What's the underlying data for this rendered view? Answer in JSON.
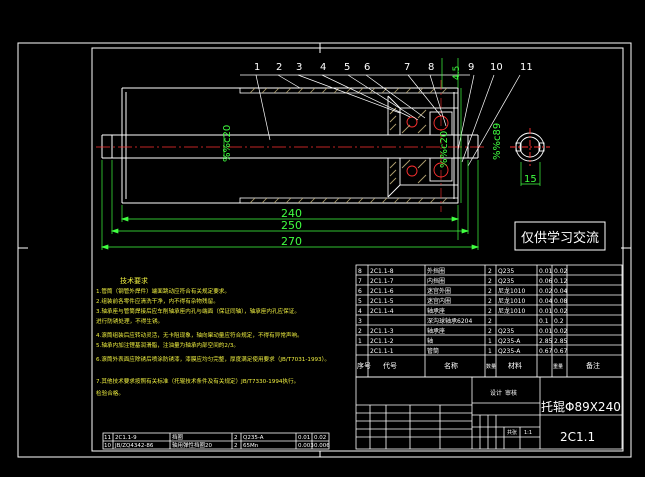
{
  "colors": {
    "background": "#000000",
    "frame": "#ffffff",
    "geometry": "#ffffff",
    "hatch": "#b0a070",
    "centerline": "#ff3030",
    "dimension": "#40ff40",
    "leader": "#ffffff",
    "notes_text": "#f0f040",
    "table_text": "#ffffff",
    "table_lines": "#ffffff"
  },
  "part_numbers": [
    "1",
    "2",
    "3",
    "4",
    "5",
    "6",
    "7",
    "8",
    "9",
    "10",
    "11"
  ],
  "dimensions": {
    "length_240": "240",
    "length_250": "250",
    "length_270": "270",
    "diameter_shaft": "%%c20",
    "diameter_bearing": "%%c20",
    "diameter_tube": "%%c89",
    "width_4_5": "4.5",
    "end_width": "15"
  },
  "stamp_text": "仅供学习交流",
  "tech_notes": {
    "title": "技术要求",
    "lines": [
      "1.管筒（钢管外焊件）端面跳动应符合有关规定要求。",
      "2.组装前各零件应清洗干净，内不得有杂物残留。",
      "3.轴承座与管筒焊接后应车削轴承座内孔与端面（保证同轴），轴承座内孔应保证。",
      "进行防锈处理，不得生锈。",
      "4.滚筒组装后应转动灵活，无卡阻现象，轴向窜动量应符合规定，不得有异常声响。",
      "5.轴承内加注锂基润滑脂，注油量为轴承内部空间的2/3。",
      "6.滚筒外表面应除锈后喷涂防锈漆，漆膜应均匀完整，厚度满足使用要求（JB/T7031-1993）。",
      "7.其他技术要求按照有关标准（托辊技术条件及有关规定）JB/T7330-1994执行。",
      "检验合格。"
    ]
  },
  "bom_top": [
    {
      "no": "8",
      "code": "2C1.1-8",
      "name": "外挡圈",
      "qty": "2",
      "material": "Q235",
      "unit": "0.01",
      "total": "0.02"
    },
    {
      "no": "7",
      "code": "2C1.1-7",
      "name": "内挡圈",
      "qty": "2",
      "material": "Q235",
      "unit": "0.06",
      "total": "0.12"
    },
    {
      "no": "6",
      "code": "2C1.1-6",
      "name": "迷宫外圈",
      "qty": "2",
      "material": "尼龙1010",
      "unit": "0.02",
      "total": "0.04"
    },
    {
      "no": "5",
      "code": "2C1.1-5",
      "name": "迷宫内圈",
      "qty": "2",
      "material": "尼龙1010",
      "unit": "0.04",
      "total": "0.08"
    },
    {
      "no": "4",
      "code": "2C1.1-4",
      "name": "轴承座",
      "qty": "2",
      "material": "尼龙1010",
      "unit": "0.01",
      "total": "0.02"
    },
    {
      "no": "3",
      "code": "",
      "name": "深沟球轴承6204",
      "qty": "2",
      "material": "",
      "unit": "0.1",
      "total": "0.2"
    },
    {
      "no": "2",
      "code": "2C1.1-3",
      "name": "轴承座",
      "qty": "2",
      "material": "Q235",
      "unit": "0.01",
      "total": "0.02"
    },
    {
      "no": "1",
      "code": "2C1.1-2",
      "name": "轴",
      "qty": "1",
      "material": "Q235-A",
      "unit": "2.85",
      "total": "2.85"
    },
    {
      "no": "",
      "code": "2C1.1-1",
      "name": "管筒",
      "qty": "1",
      "material": "Q235-A",
      "unit": "0.67",
      "total": "0.67"
    }
  ],
  "bom_header": {
    "no": "序号",
    "code": "代号",
    "name": "名称",
    "qty": "数量",
    "material": "材料",
    "weight": "重量",
    "remark": "备注"
  },
  "title_block": {
    "drawing_title": "托辊Φ89X240",
    "drawing_no": "2C1.1",
    "scale": "1:1",
    "sheet": "共张",
    "design_label": "设计",
    "check_label": "审核"
  },
  "bom_bottom": [
    {
      "no": "11",
      "code": "2C1.1-9",
      "name": "挡圈",
      "qty": "2",
      "material": "Q235-A",
      "unit": "0.01",
      "total": "0.02"
    },
    {
      "no": "10",
      "code": "JB/ZQ4342-86",
      "name": "轴用弹性挡圈20",
      "qty": "2",
      "material": "65Mn",
      "unit": "0.003",
      "total": "0.006"
    }
  ]
}
